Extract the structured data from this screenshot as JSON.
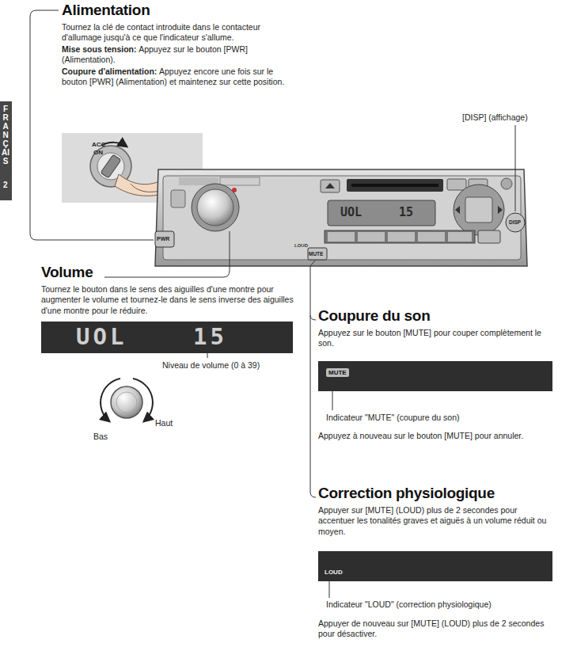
{
  "diagram": {
    "nodes": [
      {
        "text": [
          "UOL",
          "15"
        ]
      },
      {
        "text": [
          "UOL",
          "15"
        ]
      },
      {
        "text": [
          "MUTE"
        ]
      },
      {
        "text": [
          "LOUD"
        ]
      }
    ],
    "labels": [
      "FRANÇAIS",
      "2",
      "Alimentation",
      "Tournez la clé de contact introduite dans le contacteur d'allumage jusqu'à ce que l'indicateur s'allume.",
      "Mise sous tension:",
      "Appuyez sur le bouton [PWR] (Alimentation).",
      "Coupure d'alimentation:",
      "Appuyez encore une fois sur le bouton [PWR] (Alimentation) et maintenez sur cette position.",
      "ACC",
      "ON",
      "[DISP] (affichage)",
      "PWR",
      "MUTE",
      "LOUD",
      "DISP",
      "Volume",
      "Tournez le bouton dans le sens des aiguilles d'une montre pour augmenter le volume et tournez-le dans le sens inverse des aiguilles d'une montre pour le réduire.",
      "Niveau de volume (0 à 39)",
      "Bas",
      "Haut",
      "Coupure du son",
      "Appuyez sur le bouton [MUTE] pour couper complètement le son.",
      "Indicateur \"MUTE\" (coupure du son)",
      "Appuyez à nouveau sur le bouton [MUTE] pour annuler.",
      "Correction physiologique",
      "Appuyer sur [MUTE] (LOUD) plus de 2 secondes pour accentuer les tonalités graves et aiguës à un volume réduit ou moyen.",
      "Indicateur \"LOUD\" (correction physiologique)",
      "Appuyer de nouveau sur [MUTE] (LOUD) plus de 2 secondes pour désactiver."
    ]
  }
}
